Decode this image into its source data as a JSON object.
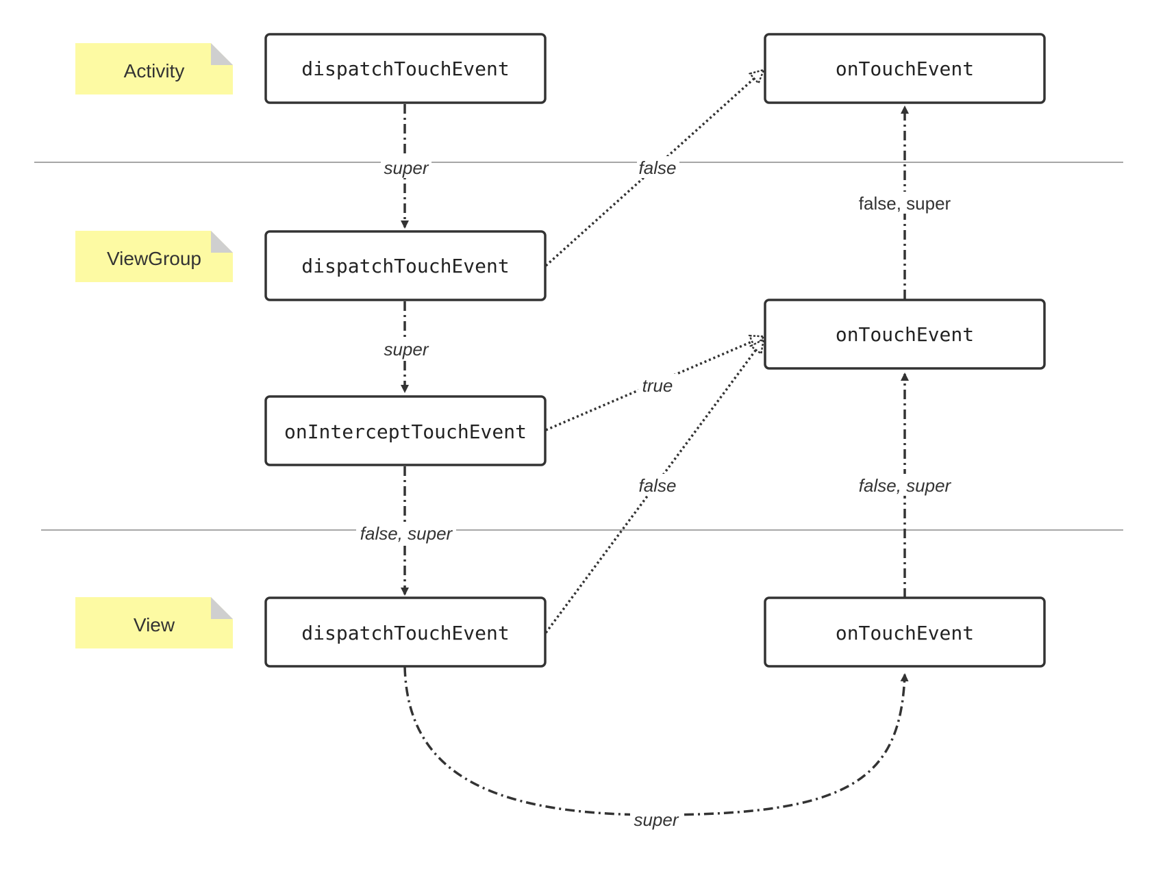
{
  "notes": {
    "activity": "Activity",
    "viewgroup": "ViewGroup",
    "view": "View"
  },
  "boxes": {
    "activity_dispatch": "dispatchTouchEvent",
    "activity_ontouch": "onTouchEvent",
    "viewgroup_dispatch": "dispatchTouchEvent",
    "viewgroup_intercept": "onInterceptTouchEvent",
    "viewgroup_ontouch": "onTouchEvent",
    "view_dispatch": "dispatchTouchEvent",
    "view_ontouch": "onTouchEvent"
  },
  "edges": {
    "activity_to_viewgroup": "super",
    "viewgroup_false_to_activity_ontouch": "false",
    "viewgroup_ontouch_to_activity_ontouch": "false, super",
    "viewgroup_dispatch_to_intercept": "super",
    "intercept_true": "true",
    "view_false_to_viewgroup_ontouch": "false",
    "view_ontouch_to_viewgroup_ontouch": "false, super",
    "intercept_to_view": "false, super",
    "view_dispatch_to_view_ontouch": "super"
  },
  "colors": {
    "note_fill": "#fdfaa3",
    "note_fold": "#cfcfcf",
    "box_stroke": "#333333",
    "line": "#333333",
    "separator": "#888888"
  }
}
